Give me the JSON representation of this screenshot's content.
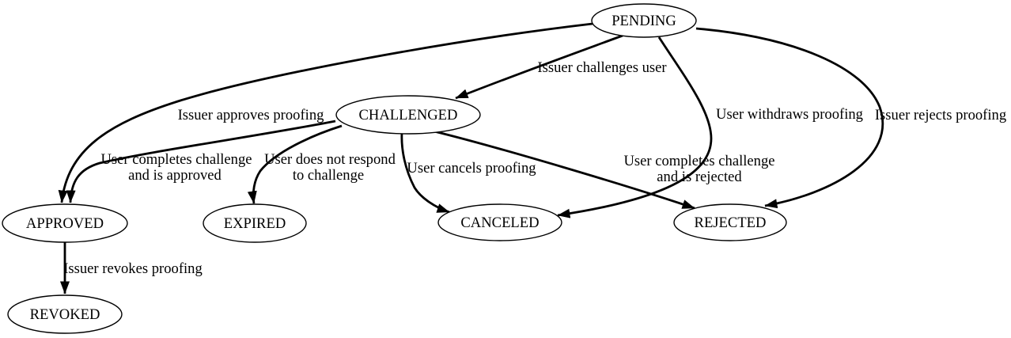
{
  "diagram_type": "state-transition-graph",
  "colors": {
    "background": "#ffffff",
    "line": "#000000",
    "node_fill": "#ffffff",
    "text": "#000000"
  },
  "nodes": [
    {
      "id": "pending",
      "label": "PENDING"
    },
    {
      "id": "challenged",
      "label": "CHALLENGED"
    },
    {
      "id": "approved",
      "label": "APPROVED"
    },
    {
      "id": "expired",
      "label": "EXPIRED"
    },
    {
      "id": "canceled",
      "label": "CANCELED"
    },
    {
      "id": "rejected",
      "label": "REJECTED"
    },
    {
      "id": "revoked",
      "label": "REVOKED"
    }
  ],
  "edges": [
    {
      "from": "PENDING",
      "to": "CHALLENGED",
      "label_lines": [
        "Issuer challenges user"
      ]
    },
    {
      "from": "PENDING",
      "to": "APPROVED",
      "label_lines": [
        "Issuer approves proofing"
      ]
    },
    {
      "from": "PENDING",
      "to": "CANCELED",
      "label_lines": [
        "User withdraws proofing"
      ]
    },
    {
      "from": "PENDING",
      "to": "REJECTED",
      "label_lines": [
        "Issuer rejects proofing"
      ]
    },
    {
      "from": "CHALLENGED",
      "to": "APPROVED",
      "label_lines": [
        "User completes challenge",
        "and is approved"
      ]
    },
    {
      "from": "CHALLENGED",
      "to": "EXPIRED",
      "label_lines": [
        "User does not respond",
        "to challenge"
      ]
    },
    {
      "from": "CHALLENGED",
      "to": "CANCELED",
      "label_lines": [
        "User cancels proofing"
      ]
    },
    {
      "from": "CHALLENGED",
      "to": "REJECTED",
      "label_lines": [
        "User completes challenge",
        "and is rejected"
      ]
    },
    {
      "from": "APPROVED",
      "to": "REVOKED",
      "label_lines": [
        "Issuer revokes proofing"
      ]
    }
  ]
}
